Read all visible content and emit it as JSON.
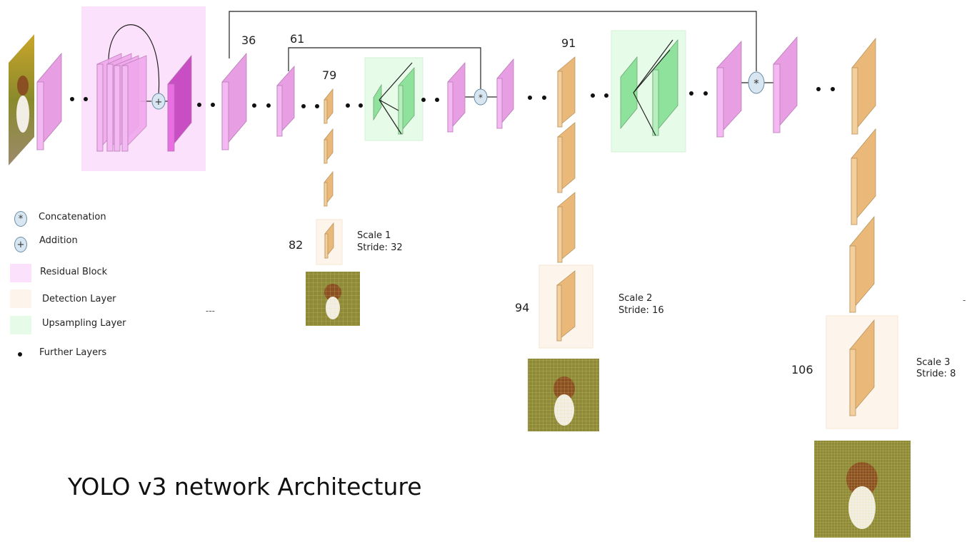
{
  "title": "YOLO v3 network Architecture",
  "layer_numbers": {
    "l36": "36",
    "l61": "61",
    "l79": "79",
    "l82": "82",
    "l91": "91",
    "l94": "94",
    "l106": "106"
  },
  "scales": [
    {
      "scale": "Scale 1",
      "stride": "Stride: 32"
    },
    {
      "scale": "Scale 2",
      "stride": "Stride: 16"
    },
    {
      "scale": "Scale 3",
      "stride": "Stride: 8"
    }
  ],
  "legend": {
    "concatenation": "Concatenation",
    "addition": "Addition",
    "residual": "Residual Block",
    "detection": "Detection Layer",
    "upsampling": "Upsampling Layer",
    "further": "Further Layers",
    "concat_symbol": "*",
    "add_symbol": "+"
  },
  "stray_marks": {
    "dashes": "---",
    "tick": "-"
  },
  "colors": {
    "residual_fill": "#fbe1fb",
    "residual_layer": "#f4b9f2",
    "residual_layer_dark": "#e86ee2",
    "detection_fill": "#fdf5ec",
    "detection_layer": "#f3cf9d",
    "upsampling_fill": "#e7fbe9",
    "upsampling_layer": "#b7f0be"
  }
}
